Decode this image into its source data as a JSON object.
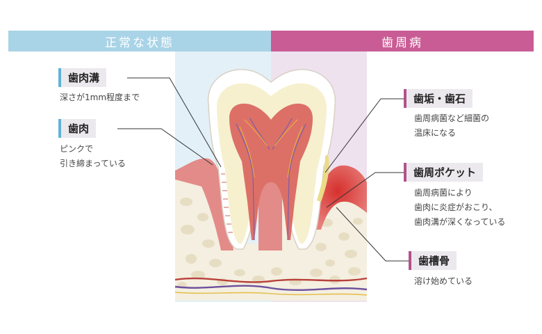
{
  "header": {
    "left_title": "正常な状態",
    "right_title": "歯周病"
  },
  "labels": {
    "sulcus": {
      "title": "歯肉溝",
      "desc": "深さが1mm程度まで"
    },
    "gum": {
      "title": "歯肉",
      "desc": "ピンクで\n引き締まっている"
    },
    "plaque": {
      "title": "歯垢・歯石",
      "desc": "歯周病菌など細菌の\n温床になる"
    },
    "pocket": {
      "title": "歯周ポケット",
      "desc": "歯周病菌により\n歯肉に炎症がおこり、\n歯肉溝が深くなっている"
    },
    "bone": {
      "title": "歯槽骨",
      "desc": "溶け始めている"
    }
  },
  "colors": {
    "normal_header": "#a9d3e6",
    "disease_header": "#c95c94",
    "normal_bg": "#e3f0f7",
    "disease_bg": "#eee2ee",
    "gum": "#e38b88",
    "gum_inflamed": "#d9433e",
    "bone": "#f4efe0",
    "enamel": "#ffffff",
    "dentin": "#f6f0cf",
    "pulp": "#dc7067",
    "plaque": "#eadb88"
  },
  "icons": {
    "tooth": "tooth-illustration",
    "bone": "alveolar-bone-illustration"
  }
}
